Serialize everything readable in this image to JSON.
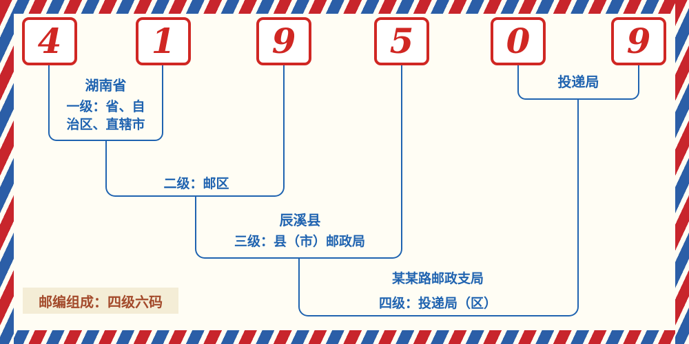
{
  "postal_code": {
    "full": "419509",
    "digits": [
      "4",
      "1",
      "9",
      "5",
      "0",
      "9"
    ]
  },
  "labels": {
    "level1": {
      "region": "湖南省",
      "desc_lines": [
        "一级：省、自",
        "治区、直辖市"
      ],
      "desc_full": "一级：省、自治区、直辖市"
    },
    "level2": {
      "desc": "二级：邮区"
    },
    "level3": {
      "region": "辰溪县",
      "desc": "三级：县（市）邮政局"
    },
    "level4": {
      "branch": "某某路邮政支局",
      "desc": "四级：投递局（区）"
    },
    "delivery_office": "投递局",
    "composition_note": "邮编组成：四级六码"
  },
  "colors": {
    "digit_red": "#d02723",
    "line_blue": "#1f63b0",
    "note_text": "#a34a2b",
    "note_bg": "#f4edd6",
    "stripe_red": "#c8252c",
    "stripe_blue": "#2b5ea7",
    "paper": "#fffdf4"
  }
}
